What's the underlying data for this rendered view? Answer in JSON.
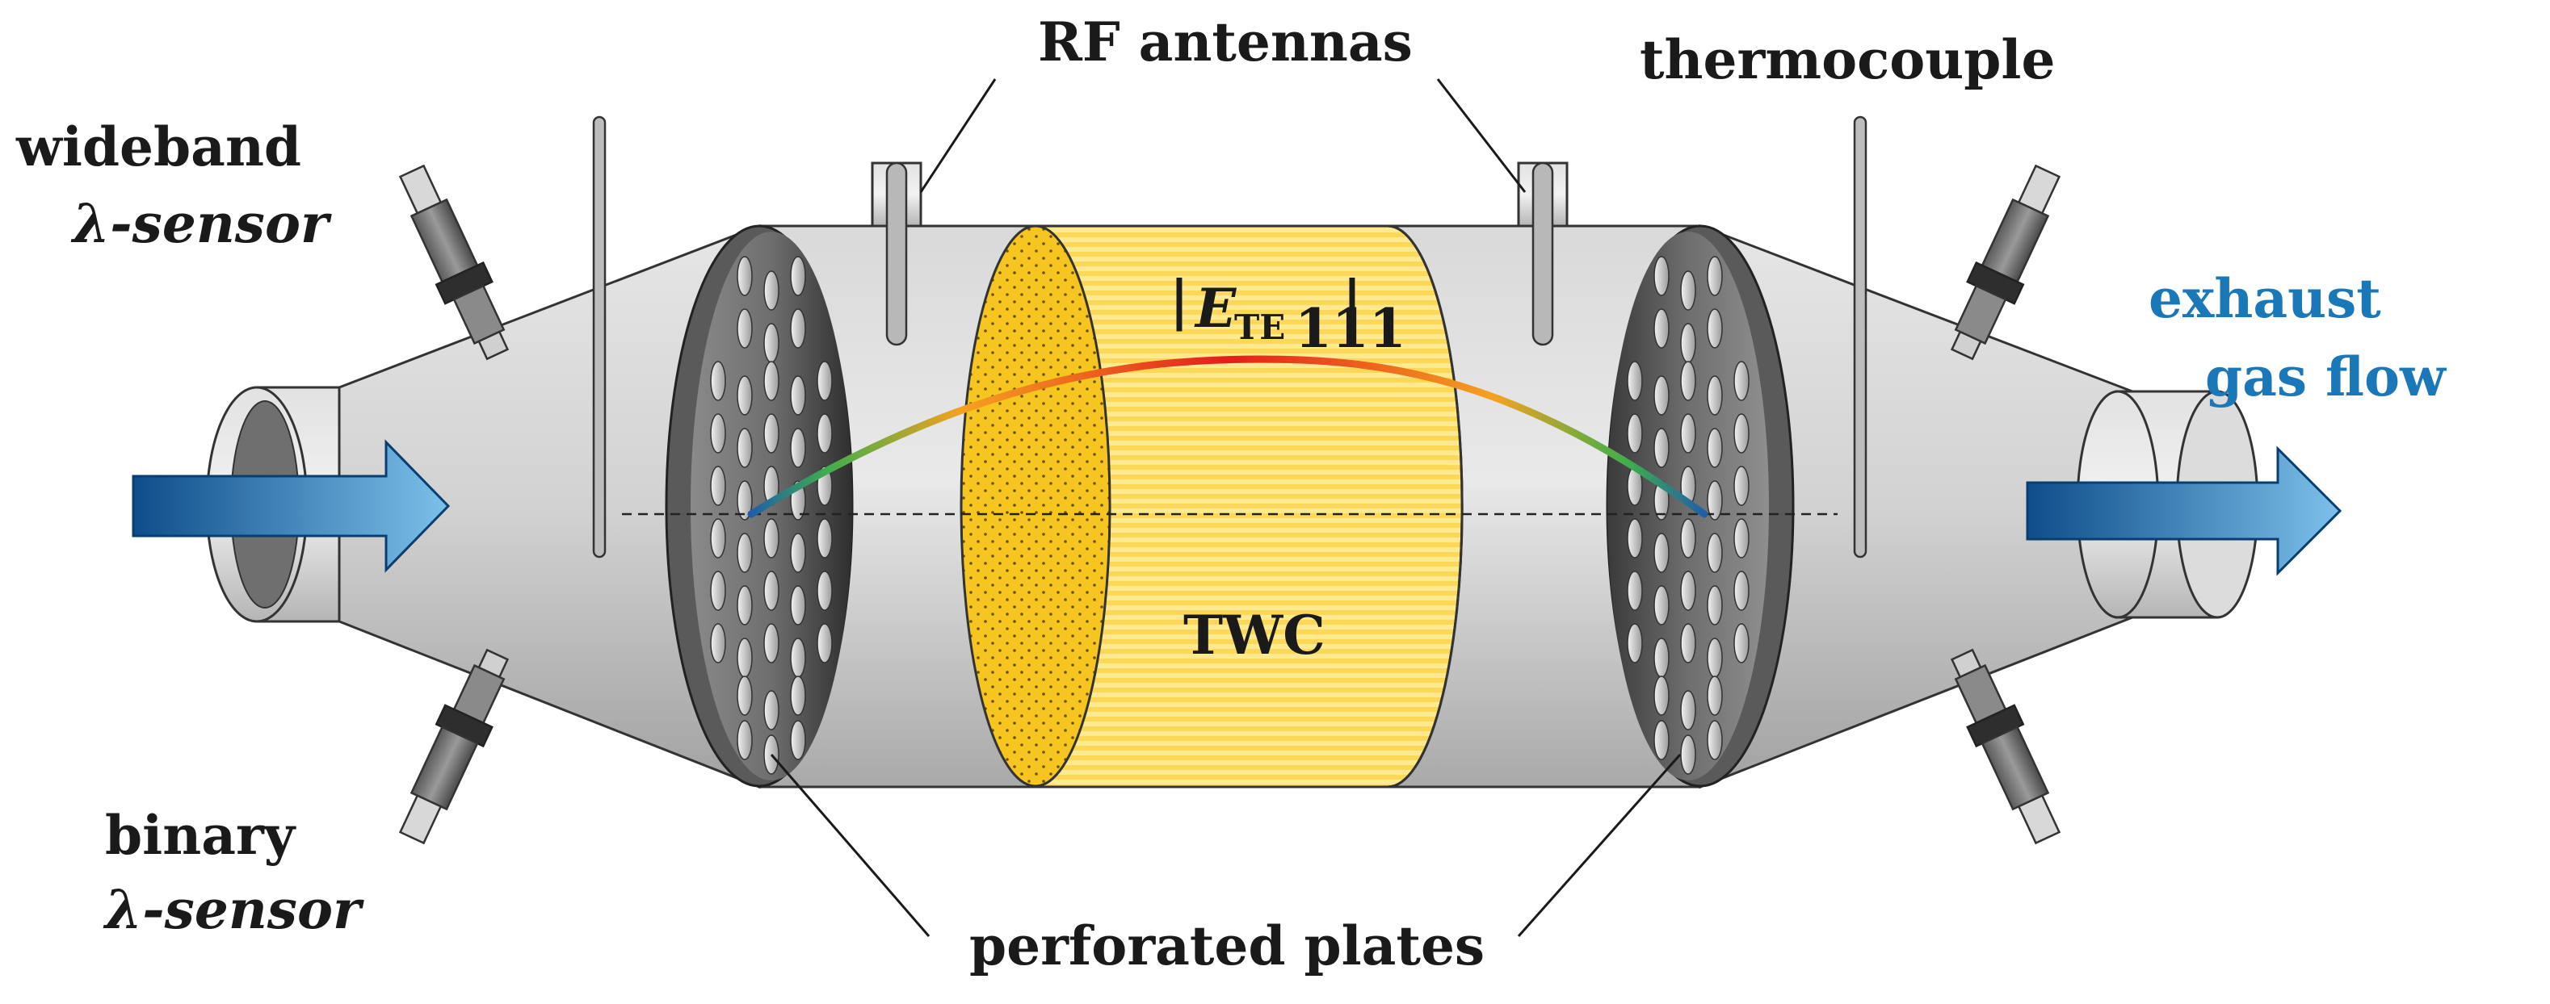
{
  "labels": {
    "rf_antennas": "RF antennas",
    "thermocouple": "thermocouple",
    "wideband_line1": "wideband",
    "wideband_line2": "λ-sensor",
    "binary_line1": "binary",
    "binary_line2": "λ-sensor",
    "exhaust_line1": "exhaust",
    "exhaust_line2": "gas flow",
    "perforated_plates": "perforated plates",
    "twc": "TWC",
    "field_bar_left": "|",
    "field_symbol": "E",
    "field_subscript": "TE",
    "field_subscript_index": "111",
    "field_bar_right": "|"
  },
  "colors": {
    "housing": "#cfcfcf",
    "catalyst": "#fde47a",
    "catalyst_face": "#f5c518",
    "flow_arrow": "#1b78b8",
    "label_blue": "#1b78b8"
  },
  "icons": {
    "flow_in": "arrow-right-icon",
    "flow_out": "arrow-right-icon"
  }
}
